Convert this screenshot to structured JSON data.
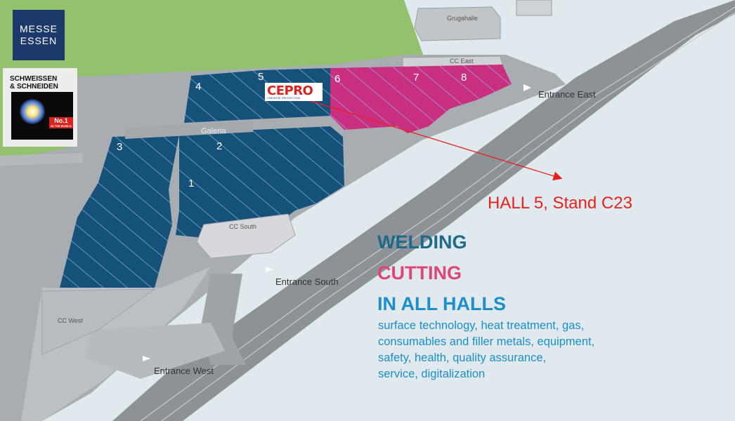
{
  "logos": {
    "messe_line1": "MESSE",
    "messe_line2": "ESSEN",
    "fair_line1": "SCHWEISSEN",
    "fair_line2": "& SCHNEIDEN",
    "fair_badge": "No.1",
    "fair_badge_small": "IN THE WORLD",
    "exhibitor": "CEPRO",
    "exhibitor_tagline": "CREATIVE PROTECTION"
  },
  "halls": {
    "h1": "1",
    "h2": "2",
    "h3": "3",
    "h4": "4",
    "h5": "5",
    "h6": "6",
    "h7": "7",
    "h8": "8"
  },
  "buildings": {
    "galeria": "Galeria",
    "grugahalle": "Grugahalle",
    "cc_east": "CC East",
    "cc_south": "CC South",
    "cc_west": "CC West"
  },
  "entrances": {
    "east": "Entrance East",
    "south": "Entrance South",
    "west": "Entrance West"
  },
  "stand_callout": "HALL 5, Stand C23",
  "headline": {
    "welding": "WELDING",
    "cutting": "CUTTING",
    "in_all_halls": "IN ALL HALLS"
  },
  "description_lines": [
    "surface technology, heat treatment, gas,",
    "consumables and filler metals, equipment,",
    "safety, health, quality assurance,",
    "service, digitalization"
  ],
  "colors": {
    "welding_halls": "#16517a",
    "cutting_halls": "#c8307f",
    "green_area": "#93c16d",
    "water": "#dfe9ee",
    "callout": "#e8211c"
  }
}
